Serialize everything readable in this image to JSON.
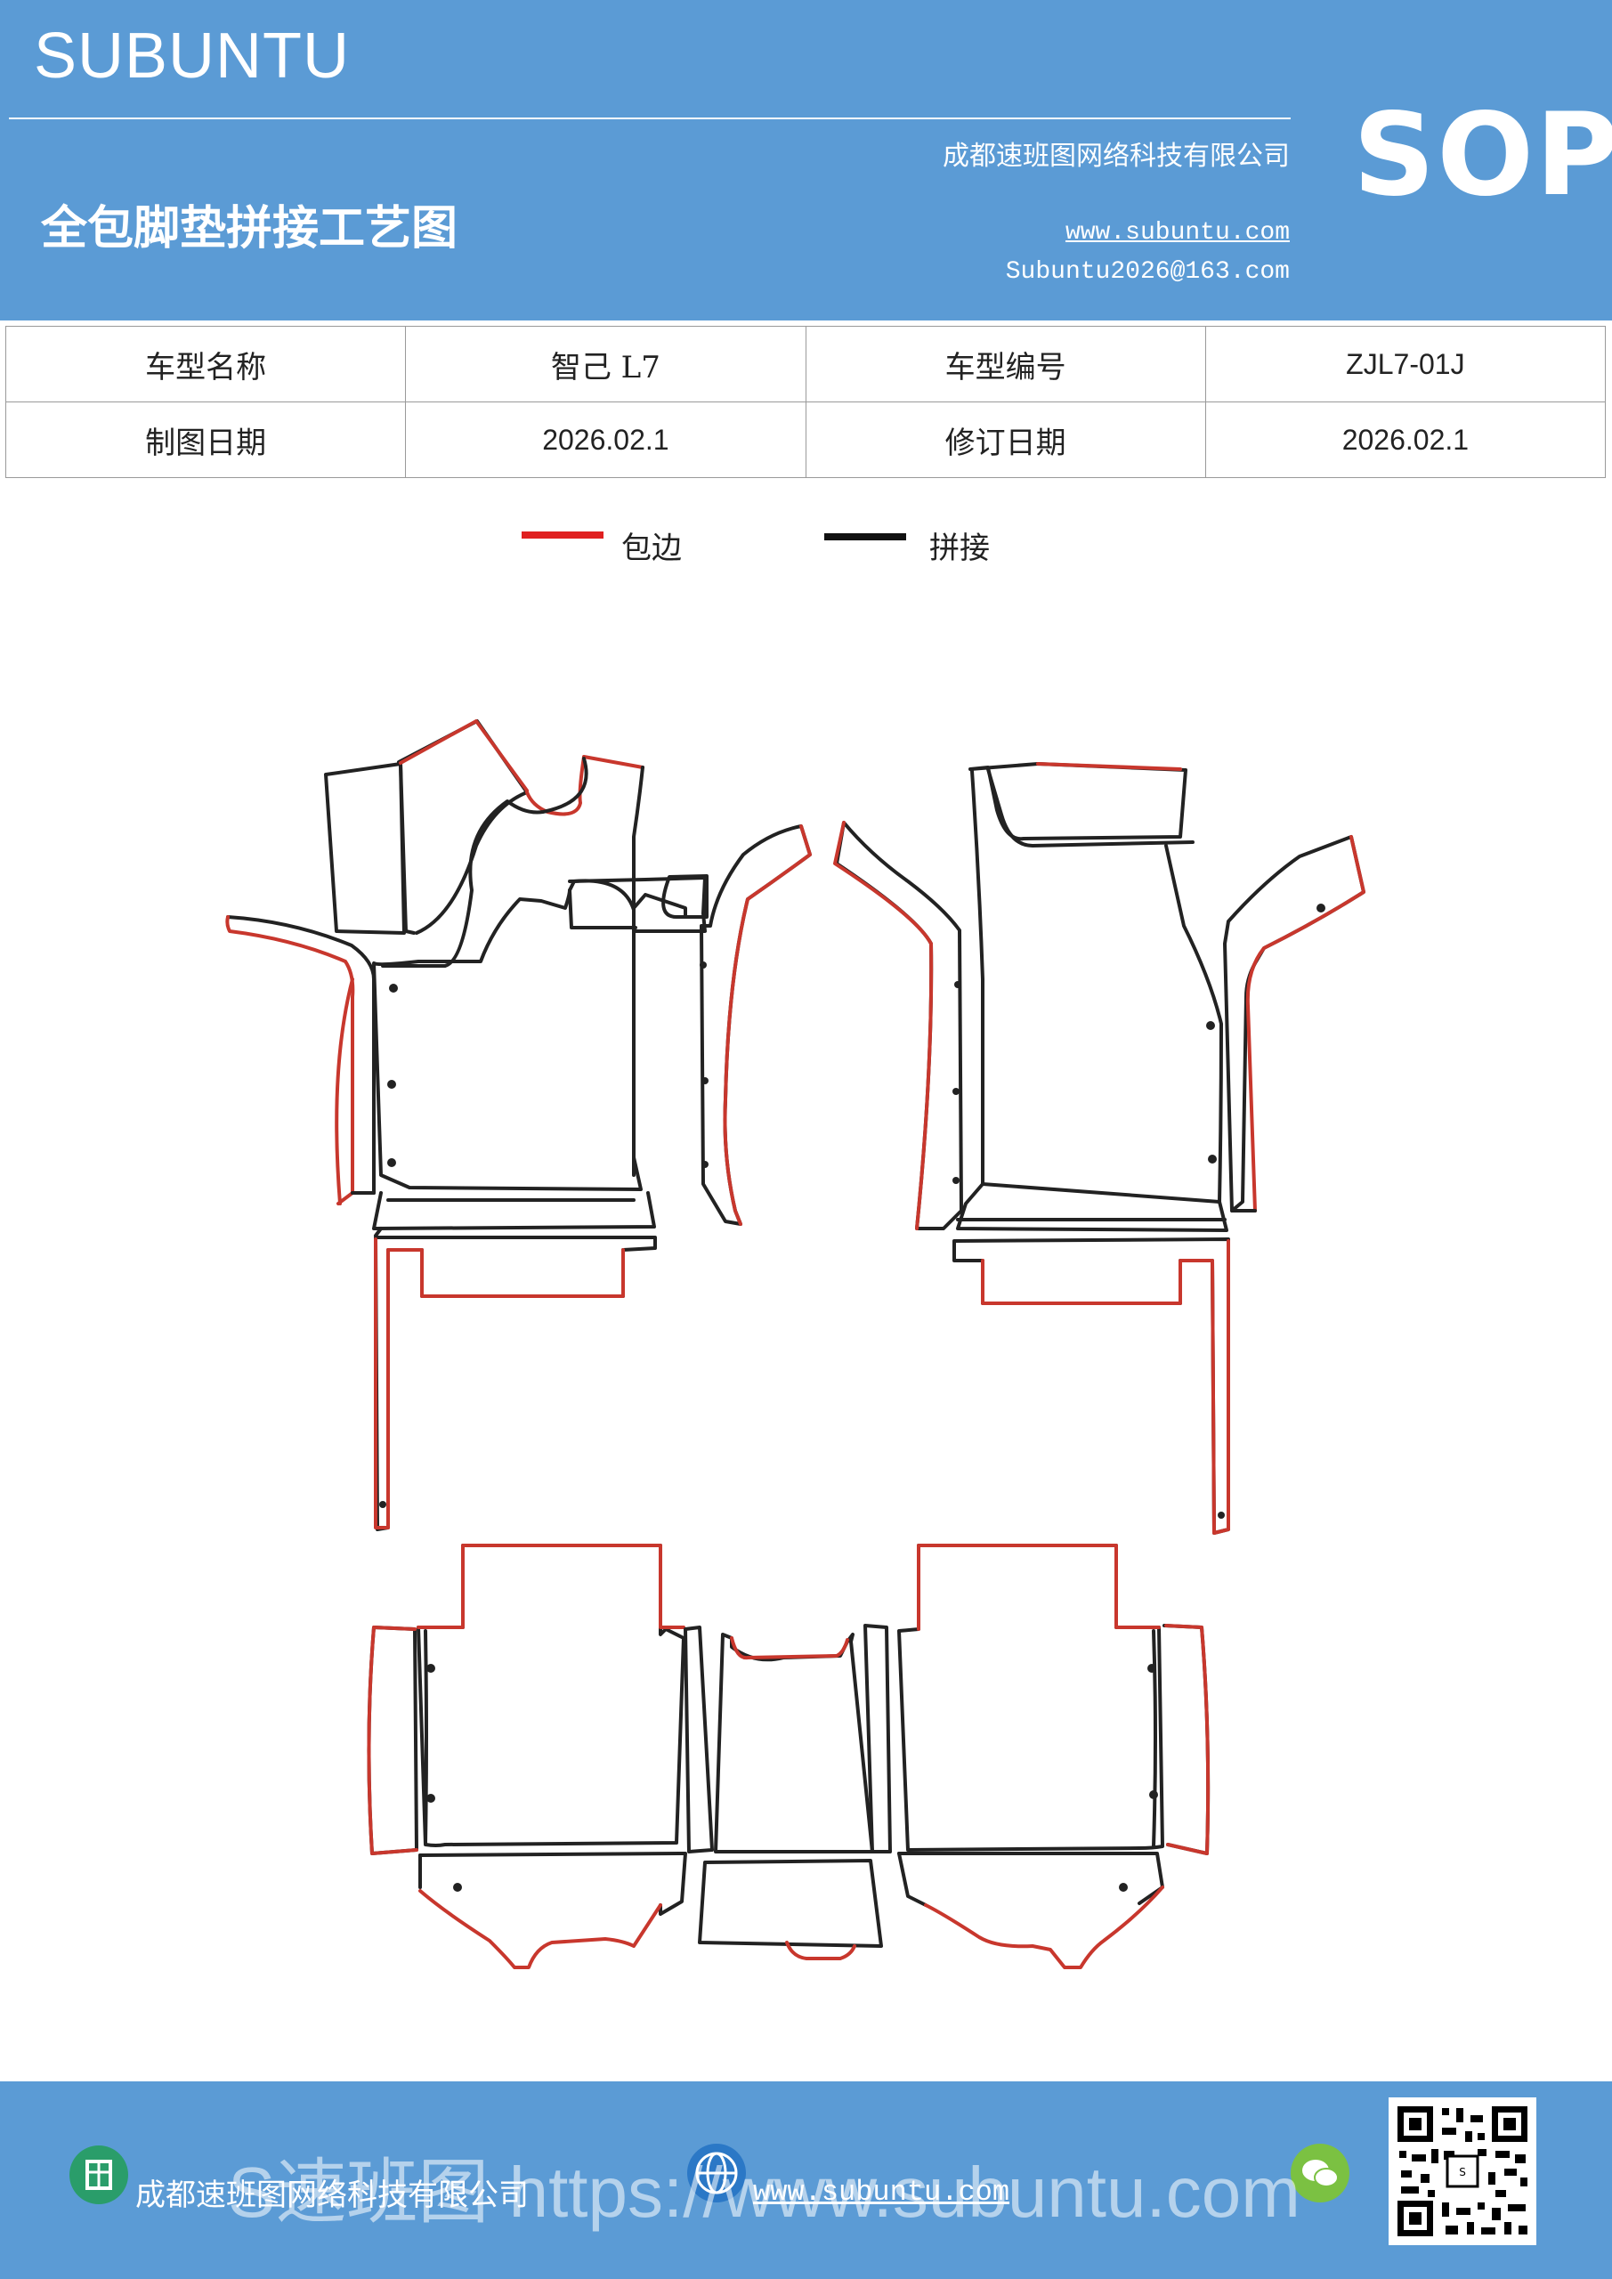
{
  "header": {
    "brand": "SUBUNTU",
    "company": "成都速班图网络科技有限公司",
    "title": "全包脚垫拼接工艺图",
    "website": "www.subuntu.com",
    "email": "Subuntu2026@163.com",
    "sop": "SOP"
  },
  "info": {
    "model_name_label": "车型名称",
    "model_name": "智己 L7",
    "model_code_label": "车型编号",
    "model_code": "ZJL7-01J",
    "draw_date_label": "制图日期",
    "draw_date": "2026.02.1",
    "revise_date_label": "修订日期",
    "revise_date": "2026.02.1"
  },
  "legend": {
    "edge_label": "包边",
    "edge_color": "#e02020",
    "join_label": "拼接",
    "join_color": "#111111"
  },
  "footer": {
    "company": "成都速班图网络科技有限公司",
    "website": "www.subuntu.com",
    "watermark": "S速班图 https://www.subuntu.com",
    "icons": [
      "building-icon",
      "globe-icon",
      "wechat-icon",
      "qr-code"
    ]
  }
}
